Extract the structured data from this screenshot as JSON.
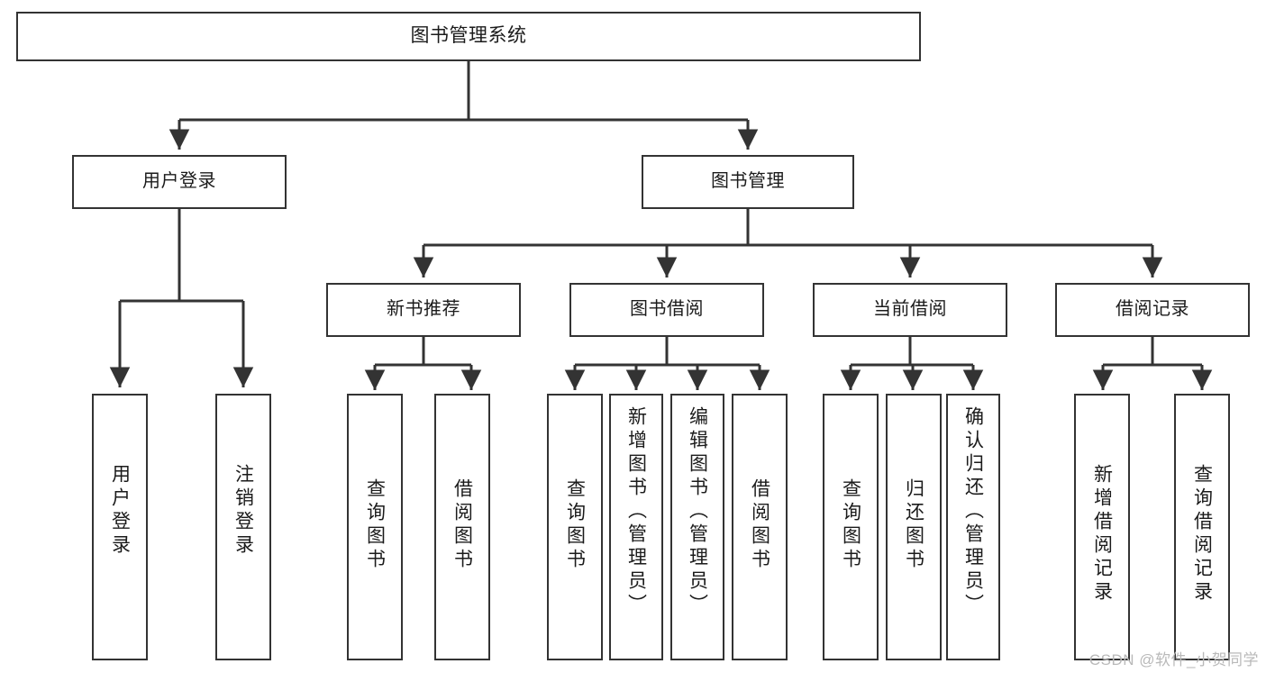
{
  "diagram": {
    "type": "tree-hierarchy-chart",
    "title": "图书管理系统",
    "background_color": "#ffffff",
    "line_color": "#333333",
    "box_border_color": "#333333",
    "text_color": "#1b1b1b"
  },
  "root": {
    "label": "图书管理系统"
  },
  "level2": [
    {
      "label": "用户登录"
    },
    {
      "label": "图书管理"
    }
  ],
  "level3": [
    {
      "label": "新书推荐"
    },
    {
      "label": "图书借阅"
    },
    {
      "label": "当前借阅"
    },
    {
      "label": "借阅记录"
    }
  ],
  "leaves": {
    "user_login": [
      {
        "label": "用户登录"
      },
      {
        "label": "注销登录"
      }
    ],
    "new_book_recommend": [
      {
        "label": "查询图书"
      },
      {
        "label": "借阅图书"
      }
    ],
    "book_borrow": [
      {
        "label": "查询图书"
      },
      {
        "label": "新增图书（管理员）"
      },
      {
        "label": "编辑图书（管理员）"
      },
      {
        "label": "借阅图书"
      }
    ],
    "current_borrow": [
      {
        "label": "查询图书"
      },
      {
        "label": "归还图书"
      },
      {
        "label": "确认归还（管理员）"
      }
    ],
    "borrow_record": [
      {
        "label": "新增借阅记录"
      },
      {
        "label": "查询借阅记录"
      }
    ]
  },
  "watermark": {
    "text": "CSDN @软件_小贺同学"
  }
}
